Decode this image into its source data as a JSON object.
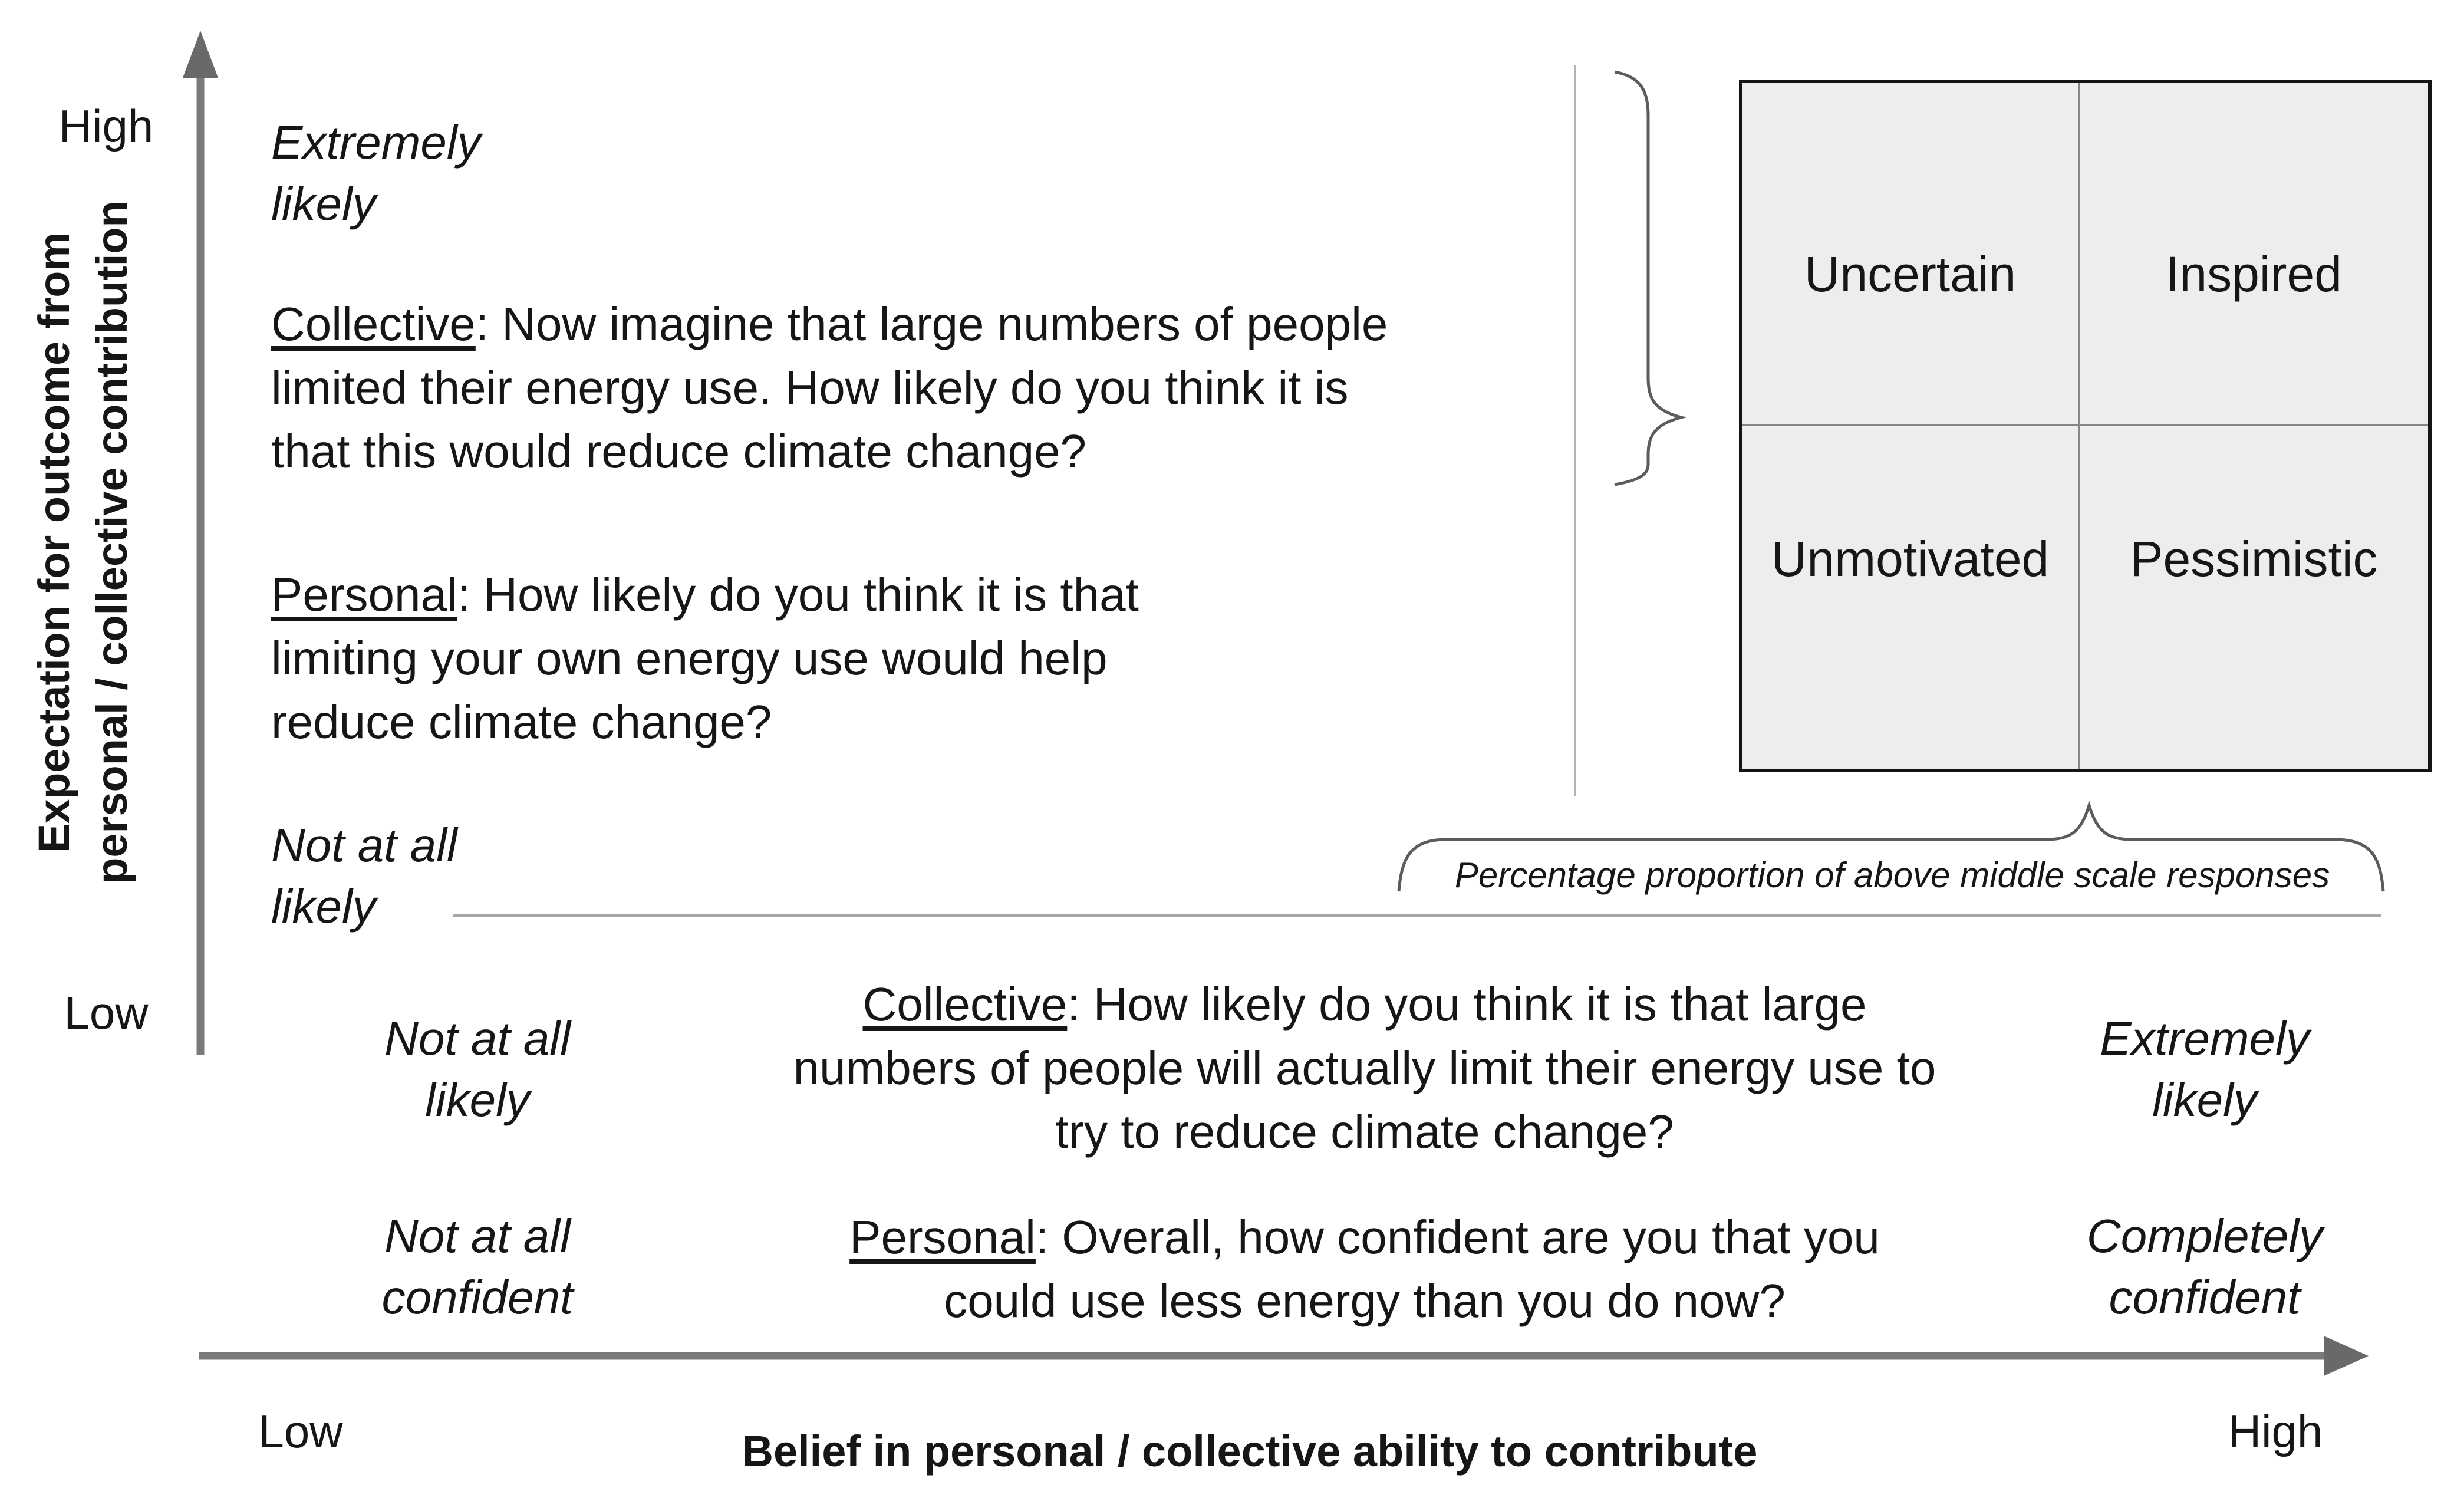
{
  "y_axis": {
    "high": "High",
    "low": "Low",
    "title_lines": [
      "Expectation for outcome from",
      "personal / collective contribution"
    ]
  },
  "x_axis": {
    "low": "Low",
    "high": "High",
    "title": "Belief in personal / collective ability to contribute"
  },
  "upper_section": {
    "top_anchor_lines": [
      "Extremely",
      "likely"
    ],
    "bottom_anchor_lines": [
      "Not at all",
      "likely"
    ],
    "collective_question": {
      "label": "Collective",
      "line1_rest": ": Now imagine that large numbers of people",
      "line2": "limited their energy use. How likely do you think it is",
      "line3": "that this would reduce climate change?"
    },
    "personal_question": {
      "label": "Personal",
      "line1_rest": ": How likely do you think it is that",
      "line2": "limiting your own energy use would help",
      "line3": "reduce climate change?"
    }
  },
  "matrix": {
    "quadrants": {
      "top_left": "Uncertain",
      "top_right": "Inspired",
      "bottom_left": "Unmotivated",
      "bottom_right": "Pessimistic"
    },
    "caption": "Percentage proportion of above middle scale responses"
  },
  "lower_section": {
    "collective_row": {
      "left_anchor_lines": [
        "Not at all",
        "likely"
      ],
      "question": {
        "label": "Collective",
        "line1_rest": ": How likely do you think it is that large",
        "line2": "numbers of people will actually limit their energy use to",
        "line3": "try to reduce climate change?"
      },
      "right_anchor_lines": [
        "Extremely",
        "likely"
      ]
    },
    "personal_row": {
      "left_anchor_lines": [
        "Not at all",
        "confident"
      ],
      "question": {
        "label": "Personal",
        "line1_rest": ": Overall, how confident are you that you",
        "line2": "could use less energy than you do now?"
      },
      "right_anchor_lines": [
        "Completely",
        "confident"
      ]
    }
  },
  "colors": {
    "text": "#161616",
    "axis": "#7a7a7a",
    "arrowhead": "#696969",
    "matrix_fill": "#ededed",
    "matrix_border": "#141414",
    "matrix_divider": "#858585",
    "separator": "#a8a8a8",
    "thin_line": "#b3b3b3",
    "brace": "#5c5c5c"
  }
}
